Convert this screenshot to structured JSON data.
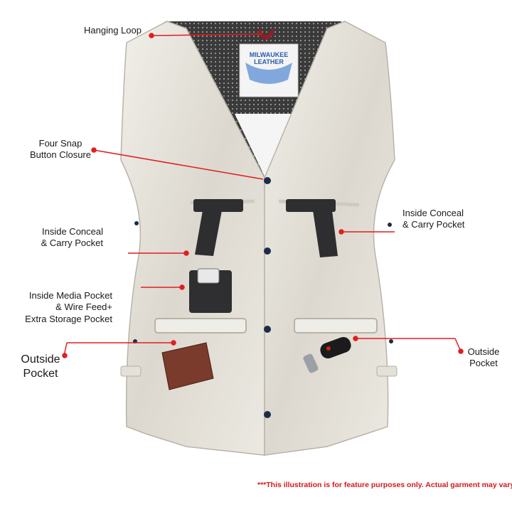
{
  "labels": {
    "hanging_loop": "Hanging Loop",
    "four_snap_line1": "Four Snap",
    "four_snap_line2": "Button Closure",
    "inside_conceal_left_line1": "Inside Conceal",
    "inside_conceal_left_line2": "& Carry Pocket",
    "inside_conceal_right_line1": "Inside Conceal",
    "inside_conceal_right_line2": "& Carry Pocket",
    "media_pocket_line1": "Inside Media Pocket",
    "media_pocket_line2": "& Wire Feed+",
    "media_pocket_line3": "Extra Storage Pocket",
    "outside_pocket_left_line1": "Outside",
    "outside_pocket_left_line2": "Pocket",
    "outside_pocket_right_line1": "Outside",
    "outside_pocket_right_line2": "Pocket"
  },
  "brand_tag": {
    "line1": "MILWAUKEE",
    "line2": "LEATHER"
  },
  "disclaimer": "***This illustration is for feature purposes only.  Actual garment may vary***",
  "colors": {
    "callout_line": "#e01e1e",
    "disclaimer": "#d11a1a",
    "vest_leather": "#e6e3dc",
    "vest_lining": "#3b3b3b",
    "snap": "#1c2d4a",
    "hanging_loop": "#9a1a22"
  }
}
